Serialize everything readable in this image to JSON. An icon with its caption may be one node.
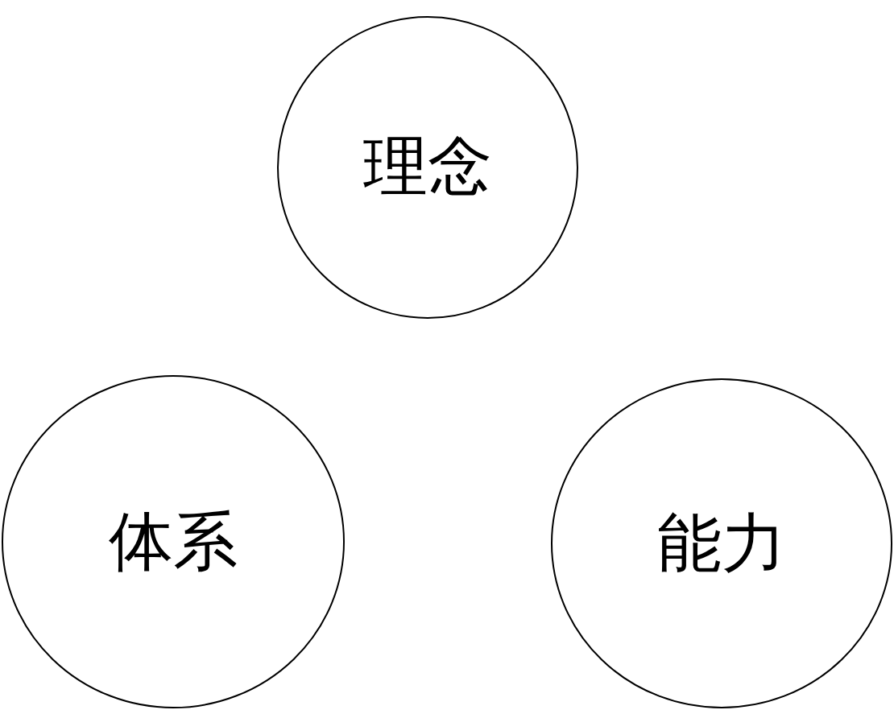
{
  "diagram": {
    "nodes": [
      {
        "text": [
          "理念"
        ]
      },
      {
        "text": [
          "体系"
        ]
      },
      {
        "text": [
          "能力"
        ]
      }
    ]
  }
}
